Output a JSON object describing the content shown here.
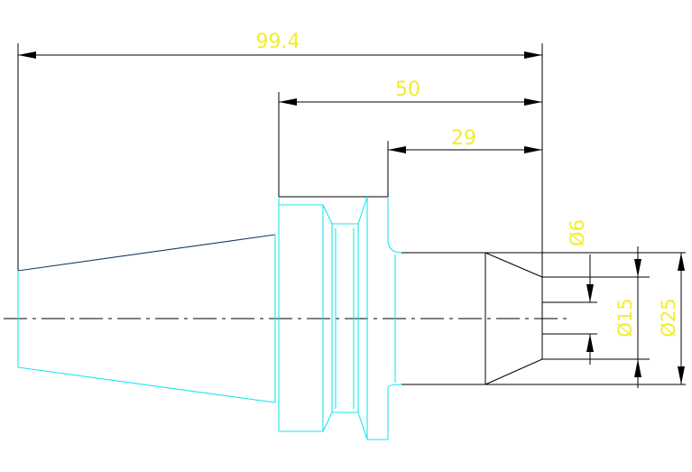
{
  "dimensions": {
    "overall_length": "99.4",
    "flange_to_end": "50",
    "shank_length": "29",
    "bore_small_diameter": "Ø6",
    "bore_mid_diameter": "Ø15",
    "shank_diameter": "Ø25"
  },
  "colors": {
    "dimension_text": "#f2ee2a",
    "dimension_lines": "#000000",
    "part_outline_cyan": "#18e6ef",
    "taper_outline": "#1b3a5a",
    "background": "#ffffff"
  }
}
